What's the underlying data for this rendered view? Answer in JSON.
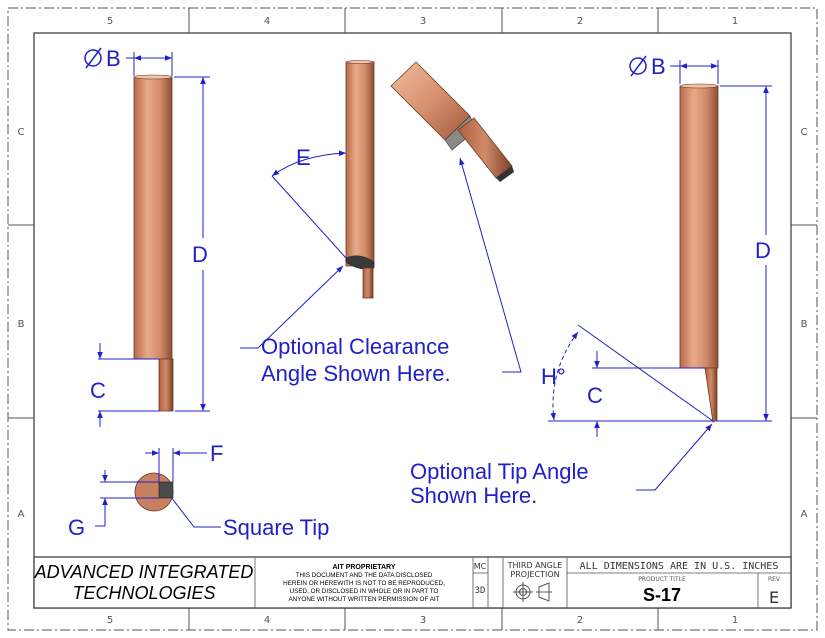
{
  "zones": {
    "top": [
      "5",
      "4",
      "3",
      "2",
      "1"
    ],
    "bottom": [
      "5",
      "4",
      "3",
      "2",
      "1"
    ],
    "left": [
      "C",
      "B",
      "A"
    ],
    "right": [
      "C",
      "B",
      "A"
    ]
  },
  "dimensions": {
    "dia_left": "B",
    "dia_right": "B",
    "length_left": "D",
    "length_right": "D",
    "tip_left": "C",
    "tip_right": "C",
    "clearance": "E",
    "flat": "F",
    "height": "G",
    "tip_angle": "H°"
  },
  "notes": {
    "clearance_line1": "Optional Clearance",
    "clearance_line2": "Angle Shown Here.",
    "tip_line1": "Optional Tip Angle",
    "tip_line2": "Shown Here.",
    "square_tip": "Square Tip"
  },
  "title_block": {
    "company_line1": "ADVANCED INTEGRATED",
    "company_line2": "TECHNOLOGIES",
    "proprietary_heading": "AIT PROPRIETARY",
    "proprietary_line1": "THIS DOCUMENT AND THE DATA DISCLOSED",
    "proprietary_line2": "HEREIN OR HEREWITH IS NOT TO BE REPRODUCED,",
    "proprietary_line3": "USED, OR DISCLOSED IN WHOLE OR IN PART TO",
    "proprietary_line4": "ANYONE WITHOUT WRITTEN PERMISSION OF AIT",
    "mc_label": "MC",
    "mc_value": "3D",
    "projection_line1": "THIRD ANGLE",
    "projection_line2": "PROJECTION",
    "dims_note": "ALL DIMENSIONS ARE IN U.S. INCHES",
    "product_title_label": "PRODUCT TITLE",
    "product_title": "S-17",
    "rev_label": "REV",
    "rev_value": "E"
  },
  "colors": {
    "dimension": "#2020c8",
    "copper_light": "#e9a98a",
    "copper_mid": "#c87a58",
    "copper_dark": "#8e4e34",
    "border": "#555555"
  }
}
